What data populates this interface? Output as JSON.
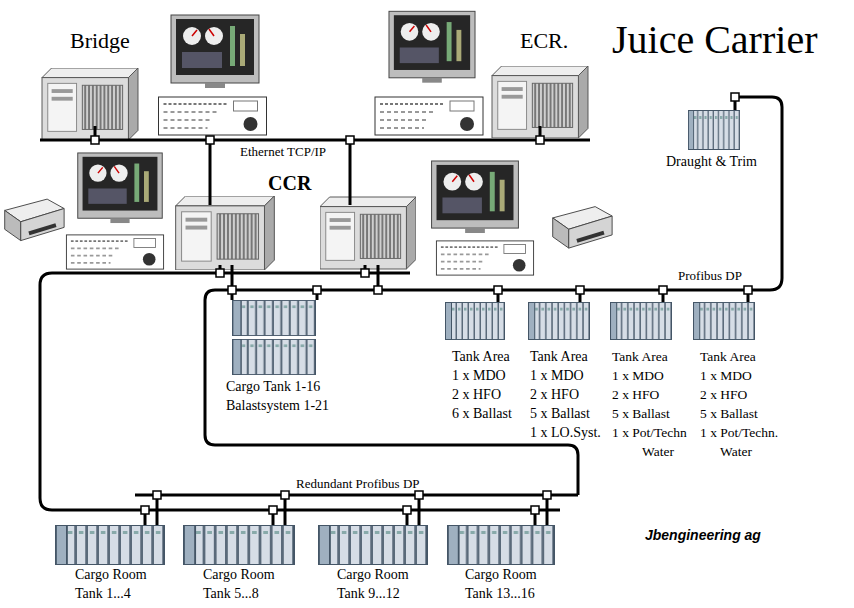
{
  "diagram": {
    "title": "Juice Carrier",
    "nodes": [
      {
        "text": [
          "Bridge"
        ]
      },
      {
        "text": [
          "ECR."
        ]
      },
      {
        "text": [
          "Draught & Trim"
        ]
      },
      {
        "text": [
          "Cargo Tank 1-16",
          "Balastsystem 1-21"
        ]
      },
      {
        "text": [
          "Tank Area",
          "1 x MDO",
          "2 x HFO",
          "6 x Ballast"
        ]
      },
      {
        "text": [
          "Tank Area",
          "1 x MDO",
          "2 x HFO",
          "5 x Ballast",
          "1 x LO.Syst."
        ]
      },
      {
        "text": [
          "Tank Area",
          "1 x MDO",
          "2 x HFO",
          "5 x Ballast",
          "1 x Pot/Techn",
          "Water"
        ]
      },
      {
        "text": [
          "Tank Area",
          "1 x MDO",
          "2 x HFO",
          "5 x Ballast",
          "1 x Pot/Techn.",
          "Water"
        ]
      },
      {
        "text": [
          "Cargo Room",
          "Tank 1...4"
        ]
      },
      {
        "text": [
          "Cargo Room",
          "Tank 5...8"
        ]
      },
      {
        "text": [
          "Cargo Room",
          "Tank 9...12"
        ]
      },
      {
        "text": [
          "Cargo Room",
          "Tank 13...16"
        ]
      }
    ],
    "labels": [
      "Ethernet TCP/IP",
      "CCR",
      "Profibus DP",
      "Redundant Profibus DP",
      "Jbengineering ag"
    ]
  }
}
